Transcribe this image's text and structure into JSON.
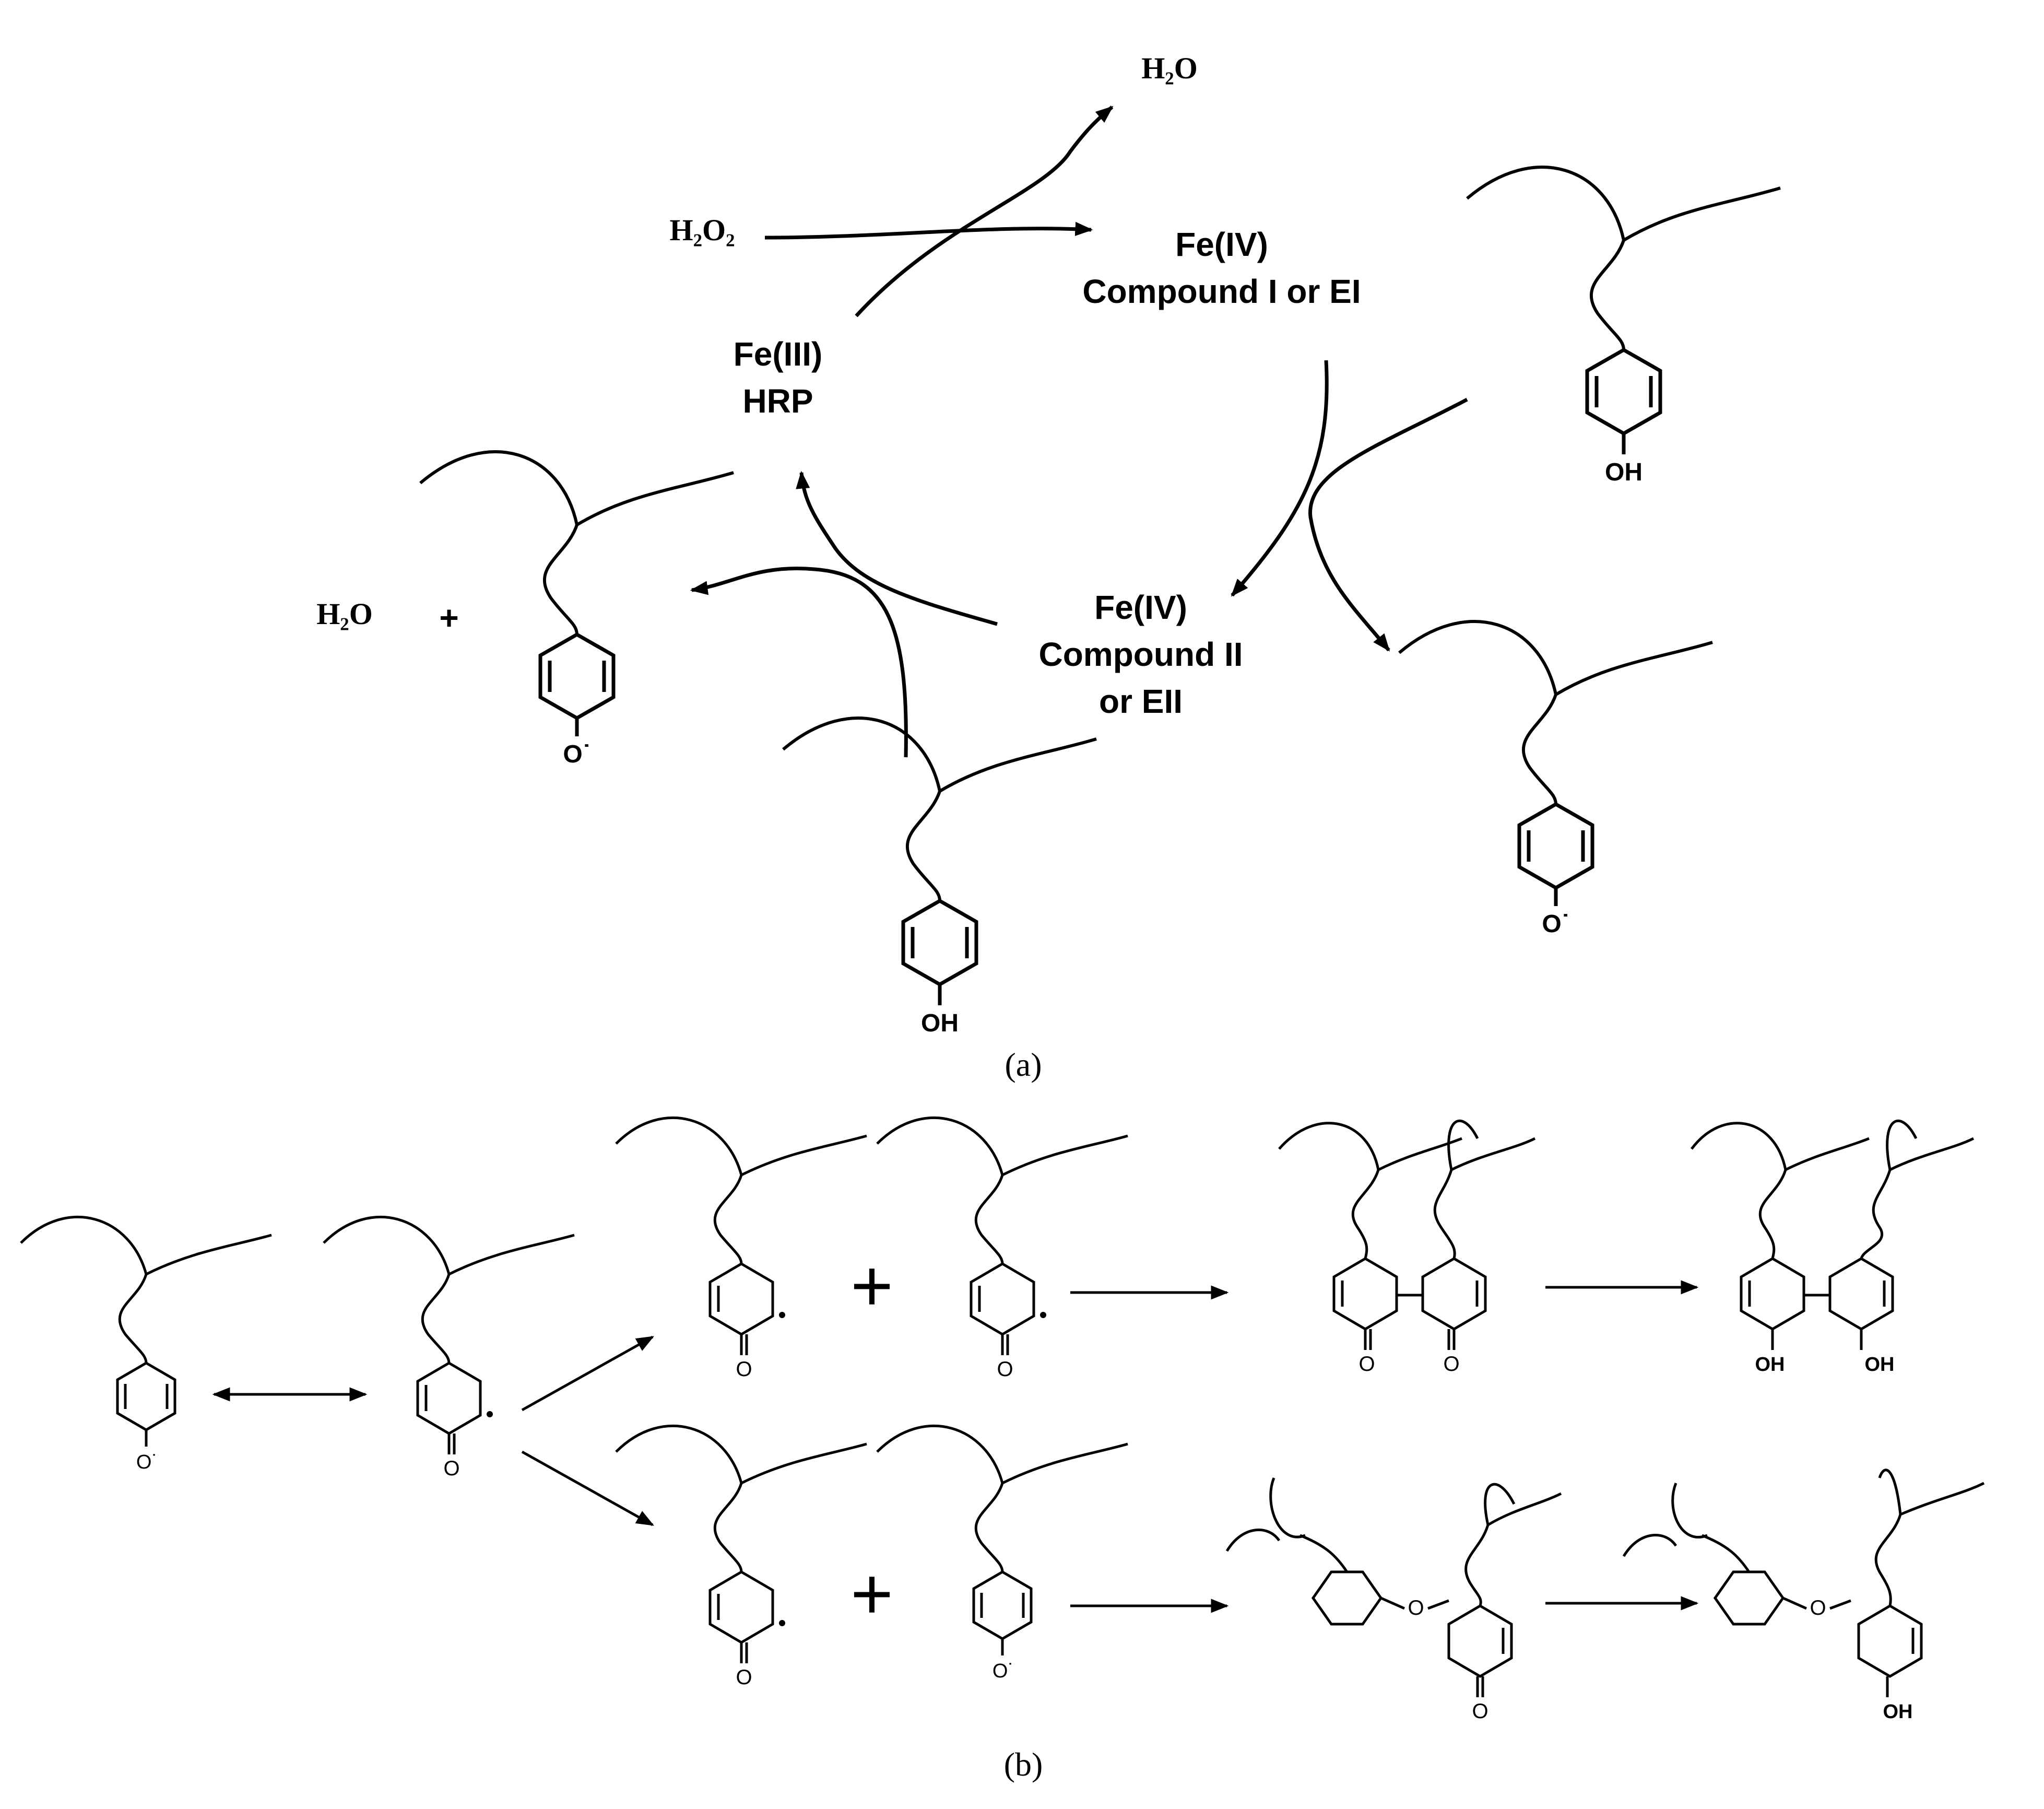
{
  "panel_a": {
    "water_top": "H₂O",
    "hydrogen_peroxide": "H₂O₂",
    "fe3_line1": "Fe(III)",
    "fe3_line2": "HRP",
    "fe4_c1_line1": "Fe(IV)",
    "fe4_c1_line2": "Compound I or EI",
    "fe4_c2_line1": "Fe(IV)",
    "fe4_c2_line2": "Compound II",
    "fe4_c2_line3": "or EII",
    "water_left": "H₂O",
    "plus": "+",
    "oh": "OH",
    "o_radical": "O˙",
    "caption": "(a)"
  },
  "panel_b": {
    "plus": "+",
    "o_letter": "O",
    "oh": "OH",
    "o_radical": "O˙",
    "caption": "(b)"
  }
}
